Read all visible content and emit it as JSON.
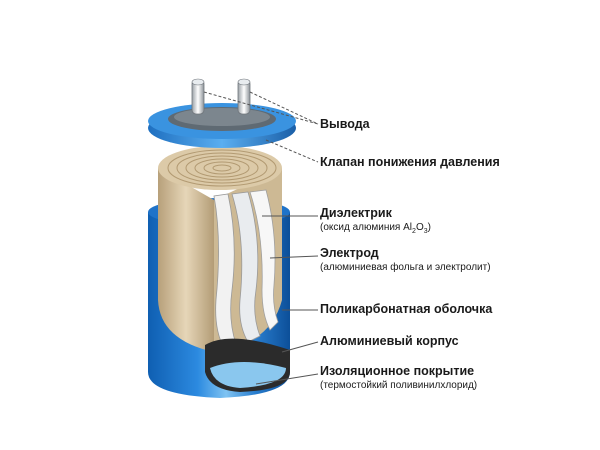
{
  "labels": {
    "terminals": "Вывода",
    "pressure_valve": "Клапан понижения давления",
    "dielectric": "Диэлектрик",
    "dielectric_sub_pre": "(оксид алюминия Al",
    "dielectric_sub_2": "2",
    "dielectric_sub_mid": "O",
    "dielectric_sub_3": "3",
    "dielectric_sub_post": ")",
    "electrode": "Электрод",
    "electrode_sub": "(алюминиевая фольга и электролит)",
    "polycarbonate_shell": "Поликарбонатная оболочка",
    "aluminum_case": "Алюминиевый корпус",
    "insulation": "Изоляционное покрытие",
    "insulation_sub": "(термостойкий поливинилхлорид)"
  },
  "colors": {
    "case_blue": "#1f73c9",
    "case_highlight": "#7fc3f2",
    "roll_tan": "#d8c6a6",
    "ring_blue": "#2f86d6",
    "foil_white": "#f2f2f2",
    "line_dark": "#333333"
  }
}
